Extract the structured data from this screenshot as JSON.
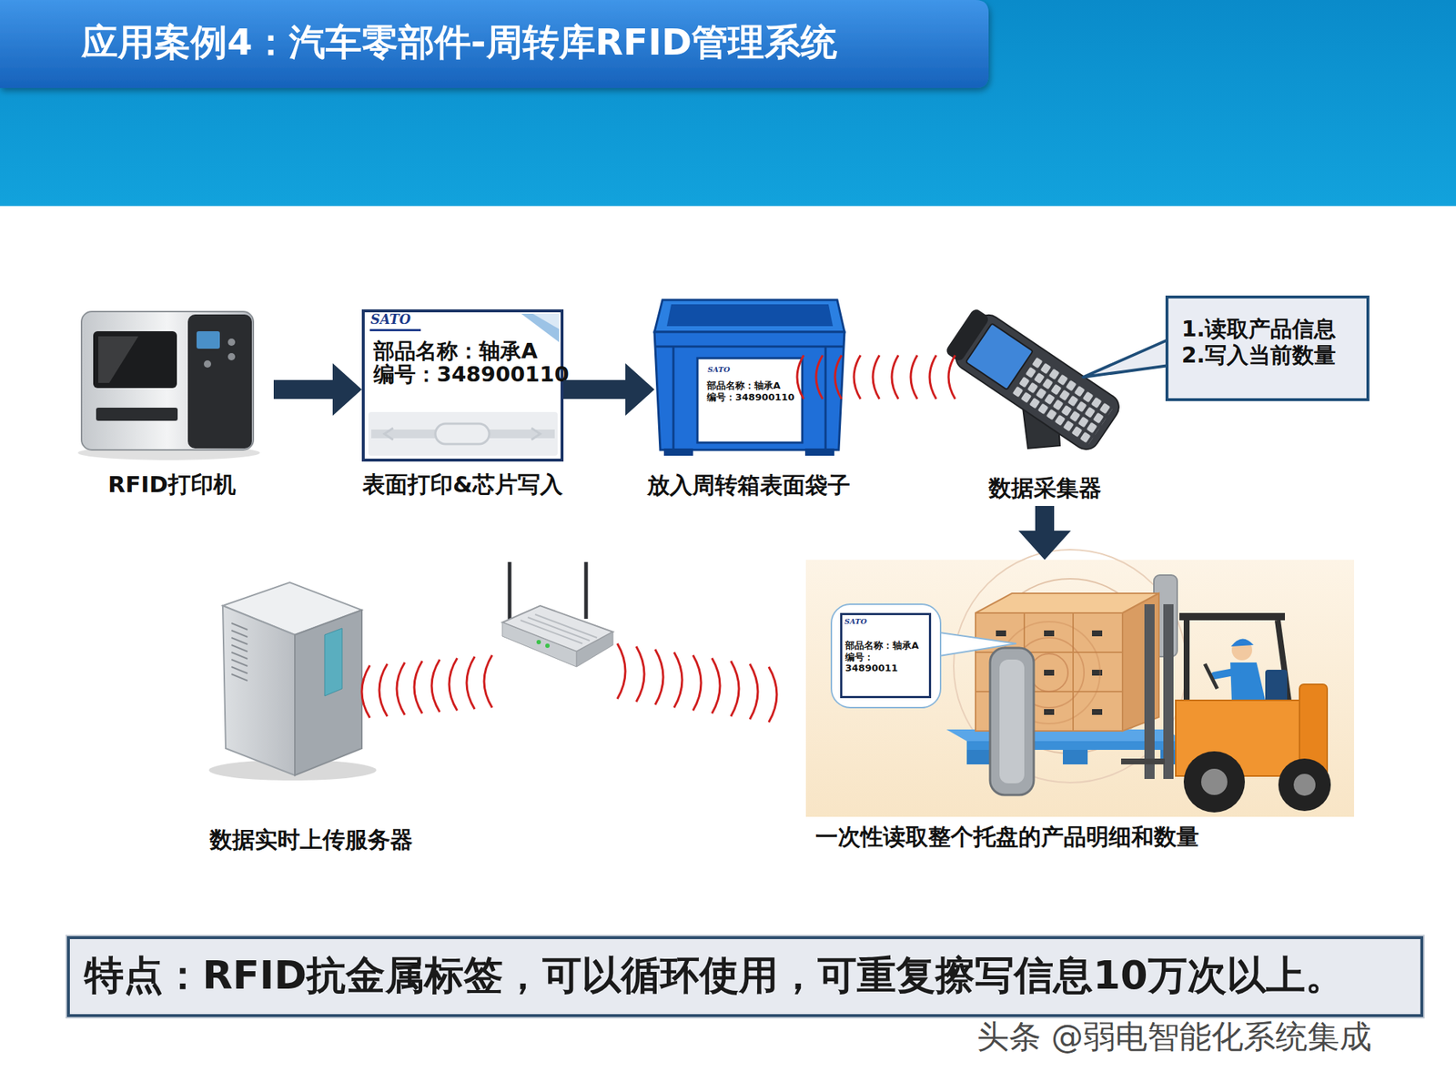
{
  "diagram": {
    "title": "应用案例4：汽车零部件-周转库RFID管理系统",
    "nodes": [
      {
        "text": [
          "RFID打印机"
        ]
      },
      {
        "text": [
          "部品名称：轴承A",
          "编号：348900110",
          "表面打印&芯片写入"
        ]
      },
      {
        "text": [
          "放入周转箱表面袋子"
        ]
      },
      {
        "text": [
          "部品名称：轴承A",
          "编号：348900110"
        ],
        "in": 2
      },
      {
        "text": [
          "数据采集器"
        ]
      },
      {
        "text": [
          "1.读取产品信息",
          "2.写入当前数量"
        ]
      },
      {
        "text": [
          "数据实时上传服务器"
        ]
      },
      {
        "text": [
          "一次性读取整个托盘的产品明细和数量"
        ]
      },
      {
        "text": [
          "部品名称：轴承A",
          "编号：",
          "34890011"
        ],
        "in": 7
      },
      {
        "text": [
          "特点：RFID抗金属标签，可以循环使用，可重复擦写信息10万次以上。"
        ]
      }
    ],
    "edges": [
      {
        "from": 0,
        "to": 1,
        "arrow": "to"
      },
      {
        "from": 1,
        "to": 2,
        "arrow": "to"
      },
      {
        "from": 4,
        "to": 7,
        "arrow": "to"
      }
    ],
    "labels": [
      "SATO",
      "SATO",
      "SATO",
      "头条 @弱电智能化系统集成"
    ]
  }
}
